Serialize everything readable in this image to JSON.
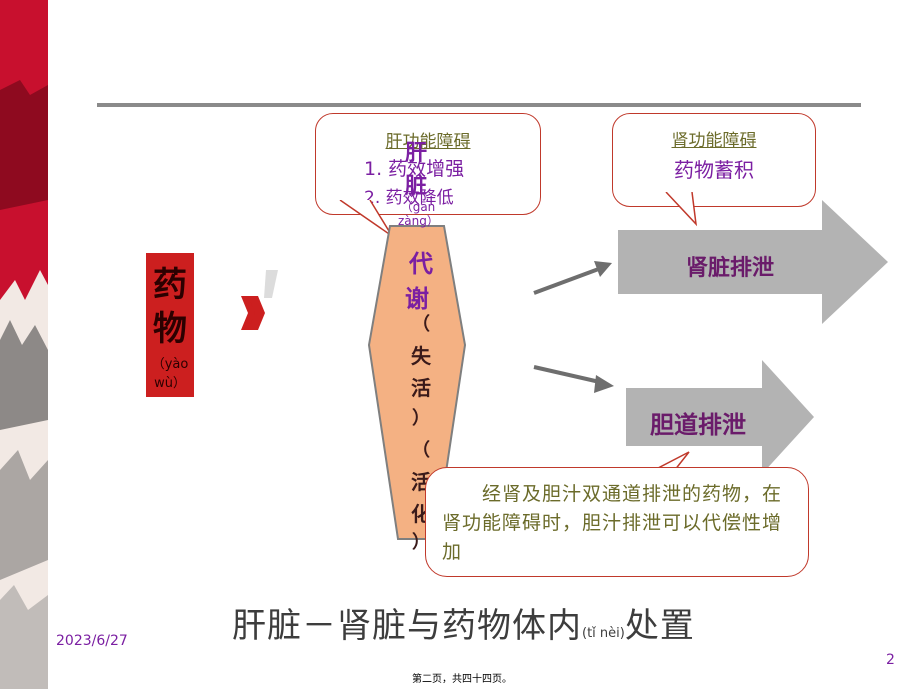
{
  "liver_callout": {
    "title": "肝功能障碍",
    "items": [
      "1.  药效增强",
      "2.  药效降低"
    ]
  },
  "kidney_callout": {
    "title": "肾功能障碍",
    "text": "药物蓄积"
  },
  "drug_box": {
    "chars": [
      "药",
      "物"
    ],
    "pinyin": "（yào wù）"
  },
  "liver_shape": {
    "char1": "肝",
    "char2": "脏",
    "pinyin": "（gān zàng）",
    "text": [
      "代",
      "谢"
    ],
    "lose_paren_open": "（",
    "lose": [
      "失",
      "活"
    ],
    "lose_paren_close": "）",
    "act_paren_open": "（",
    "act": [
      "活",
      "化"
    ],
    "act_paren_close": "）"
  },
  "arrows": {
    "kidney": "肾脏排泄",
    "bile": "胆道排泄"
  },
  "bile_callout": {
    "text": "　　经肾及胆汁双通道排泄的药物，在肾功能障碍时，胆汁排泄可以代偿性增加"
  },
  "title": {
    "main": "肝脏－肾脏与药物体内",
    "pinyin": "(tǐ nèi)",
    "end": "处置"
  },
  "date": "2023/6/27",
  "page_number": "2",
  "footer": "第二页，共四十四页。",
  "colors": {
    "accent_red": "#cc1f1f",
    "callout_border": "#c0392b",
    "liver_fill": "#f4b183",
    "arrow_gray": "#b3b3b3",
    "label_purple": "#7b1fa2"
  }
}
